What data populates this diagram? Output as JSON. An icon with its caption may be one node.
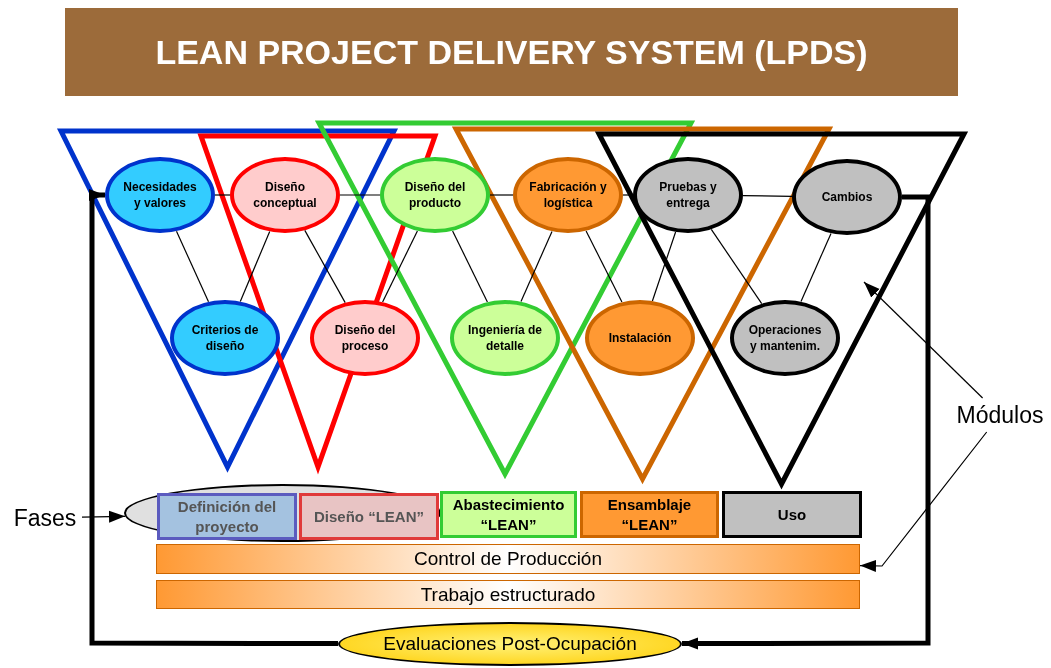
{
  "diagram": {
    "title": "LEAN PROJECT DELIVERY SYSTEM (LPDS)",
    "nodes": [
      {
        "text": [
          "Necesidades y valores"
        ]
      },
      {
        "text": [
          "Diseño conceptual"
        ]
      },
      {
        "text": [
          "Diseño del producto"
        ]
      },
      {
        "text": [
          "Fabricación y logística"
        ]
      },
      {
        "text": [
          "Pruebas y entrega"
        ]
      },
      {
        "text": [
          "Cambios"
        ]
      },
      {
        "text": [
          "Criterios de diseño"
        ]
      },
      {
        "text": [
          "Diseño del proceso"
        ]
      },
      {
        "text": [
          "Ingeniería de detalle"
        ]
      },
      {
        "text": [
          "Instalación"
        ]
      },
      {
        "text": [
          "Operaciones y mantenim."
        ]
      },
      {
        "text": [
          "Módulos"
        ]
      },
      {
        "text": [],
        "shape": "ellipse"
      },
      {
        "text": [
          "Fases"
        ]
      },
      {
        "text": [
          "Definición del proyecto"
        ],
        "in": 12
      },
      {
        "text": [
          "Diseño “LEAN”"
        ],
        "in": 12
      },
      {
        "text": [
          "Abastecimiento “LEAN”"
        ]
      },
      {
        "text": [
          "Ensamblaje “LEAN”"
        ]
      },
      {
        "text": [
          "Uso"
        ]
      },
      {
        "text": [
          "Control de Producción"
        ]
      },
      {
        "text": [
          "Trabajo estructurado"
        ]
      },
      {
        "text": [
          "Evaluaciones Post-Ocupación"
        ]
      }
    ],
    "edges": [
      {
        "from": 0,
        "to": 1,
        "arrow": "none"
      },
      {
        "from": 1,
        "to": 2,
        "arrow": "none"
      },
      {
        "from": 2,
        "to": 3,
        "arrow": "none"
      },
      {
        "from": 3,
        "to": 4,
        "arrow": "none"
      },
      {
        "from": 4,
        "to": 5,
        "arrow": "none"
      },
      {
        "from": 0,
        "to": 6,
        "arrow": "none"
      },
      {
        "from": 1,
        "to": 6,
        "arrow": "none"
      },
      {
        "from": 1,
        "to": 7,
        "arrow": "none"
      },
      {
        "from": 2,
        "to": 7,
        "arrow": "none"
      },
      {
        "from": 2,
        "to": 8,
        "arrow": "none"
      },
      {
        "from": 3,
        "to": 8,
        "arrow": "none"
      },
      {
        "from": 3,
        "to": 9,
        "arrow": "none"
      },
      {
        "from": 4,
        "to": 9,
        "arrow": "none"
      },
      {
        "from": 4,
        "to": 10,
        "arrow": "none"
      },
      {
        "from": 5,
        "to": 10,
        "arrow": "none"
      },
      {
        "from": 5,
        "to": 21,
        "arrow": "to",
        "style": "thick"
      },
      {
        "from": 21,
        "to": 0,
        "arrow": "to",
        "style": "thick"
      },
      {
        "from": 13,
        "to": 12,
        "arrow": "to"
      },
      {
        "from": 11,
        "to": null,
        "arrow": "to"
      },
      {
        "from": 11,
        "to": 19,
        "arrow": "to"
      }
    ]
  }
}
